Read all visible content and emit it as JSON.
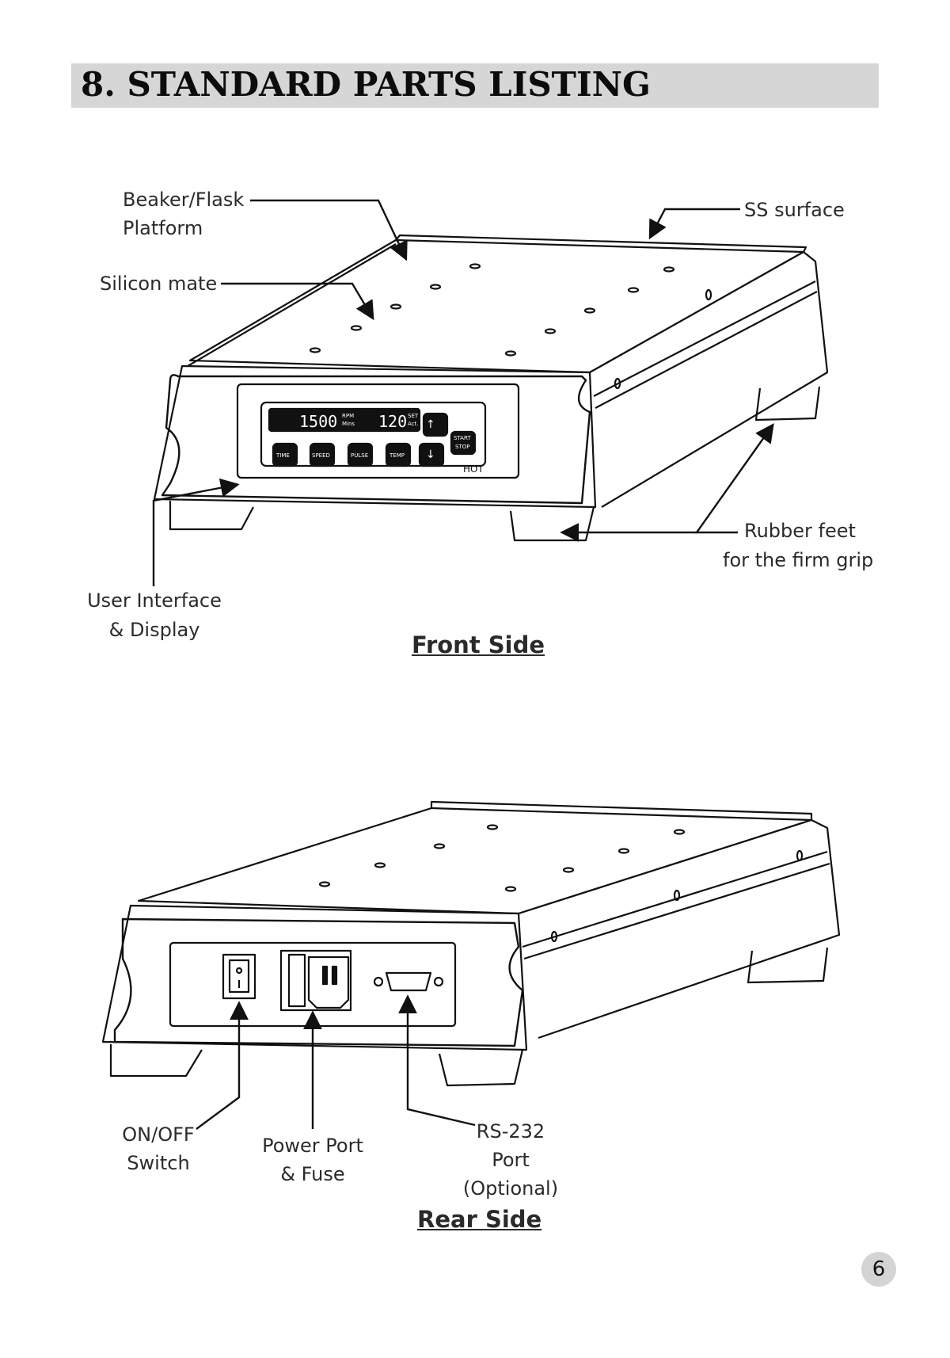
{
  "section": {
    "title": "8. STANDARD PARTS LISTING"
  },
  "front": {
    "caption": "Front Side",
    "labels": {
      "platform_line1": "Beaker/Flask",
      "platform_line2": "Platform",
      "silicon": "Silicon mate",
      "ss_surface": "SS surface",
      "rubber_line1": "Rubber feet",
      "rubber_line2": "for the firm grip",
      "ui_line1": "User Interface",
      "ui_line2": "& Display"
    },
    "panel": {
      "rpm_value": "1500",
      "rpm_unit": "RPM",
      "mins_unit": "Mins",
      "temp_value": "120",
      "set_label": "SET",
      "act_label": "Act.",
      "btn_time": "TIME",
      "btn_speed": "SPEED",
      "btn_pulse": "PULSE",
      "btn_temp": "TEMP",
      "btn_start_line1": "START",
      "btn_start_line2": "STOP",
      "hot_label": "HOT"
    }
  },
  "rear": {
    "caption": "Rear Side",
    "labels": {
      "switch_line1": "ON/OFF",
      "switch_line2": "Switch",
      "power_line1": "Power Port",
      "power_line2": "& Fuse",
      "rs_line1": "RS-232",
      "rs_line2": "Port",
      "rs_line3": "(Optional)"
    }
  },
  "page_number": "6"
}
